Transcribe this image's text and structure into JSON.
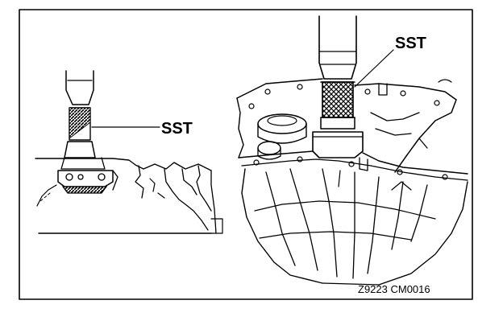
{
  "left_view": {
    "tool_label": "SST"
  },
  "right_view": {
    "tool_label": "SST"
  },
  "figure_code": "Z9223 CM0016"
}
